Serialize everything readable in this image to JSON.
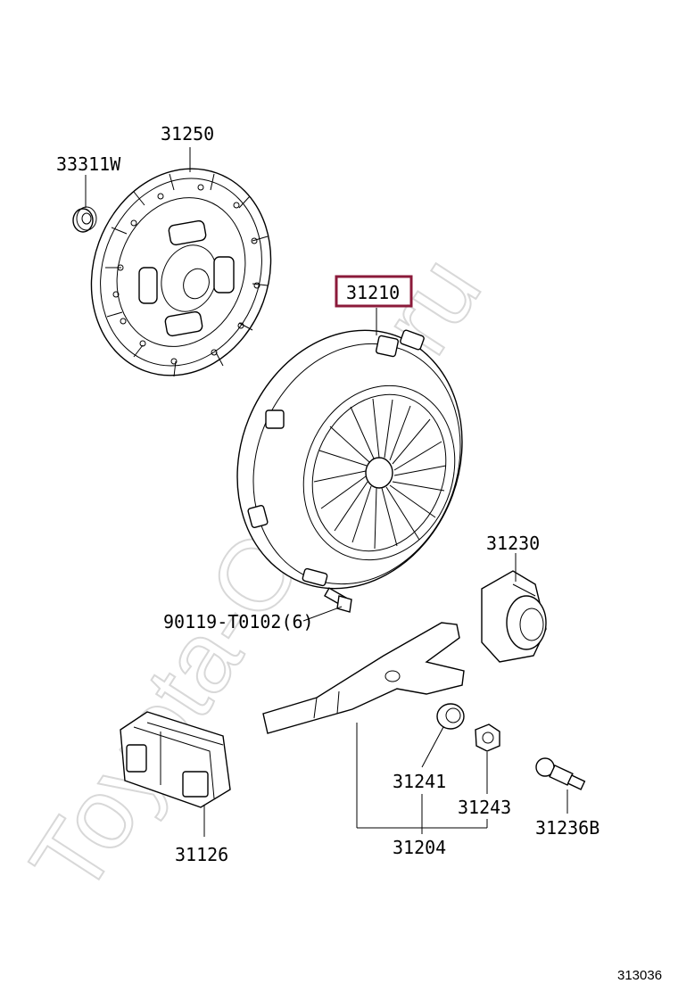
{
  "watermark": "Toyota-Online.ru",
  "figure_number": "313036",
  "highlight_color": "#8b1a3a",
  "parts": [
    {
      "id": "p31250",
      "number": "31250"
    },
    {
      "id": "p33311",
      "number": "33311W"
    },
    {
      "id": "p31210",
      "number": "31210",
      "highlighted": true
    },
    {
      "id": "p90119",
      "number": "90119-T0102(6)"
    },
    {
      "id": "p31230",
      "number": "31230"
    },
    {
      "id": "p31241",
      "number": "31241"
    },
    {
      "id": "p31243",
      "number": "31243"
    },
    {
      "id": "p31236",
      "number": "31236B"
    },
    {
      "id": "p31126",
      "number": "31126"
    },
    {
      "id": "p31204",
      "number": "31204"
    }
  ]
}
